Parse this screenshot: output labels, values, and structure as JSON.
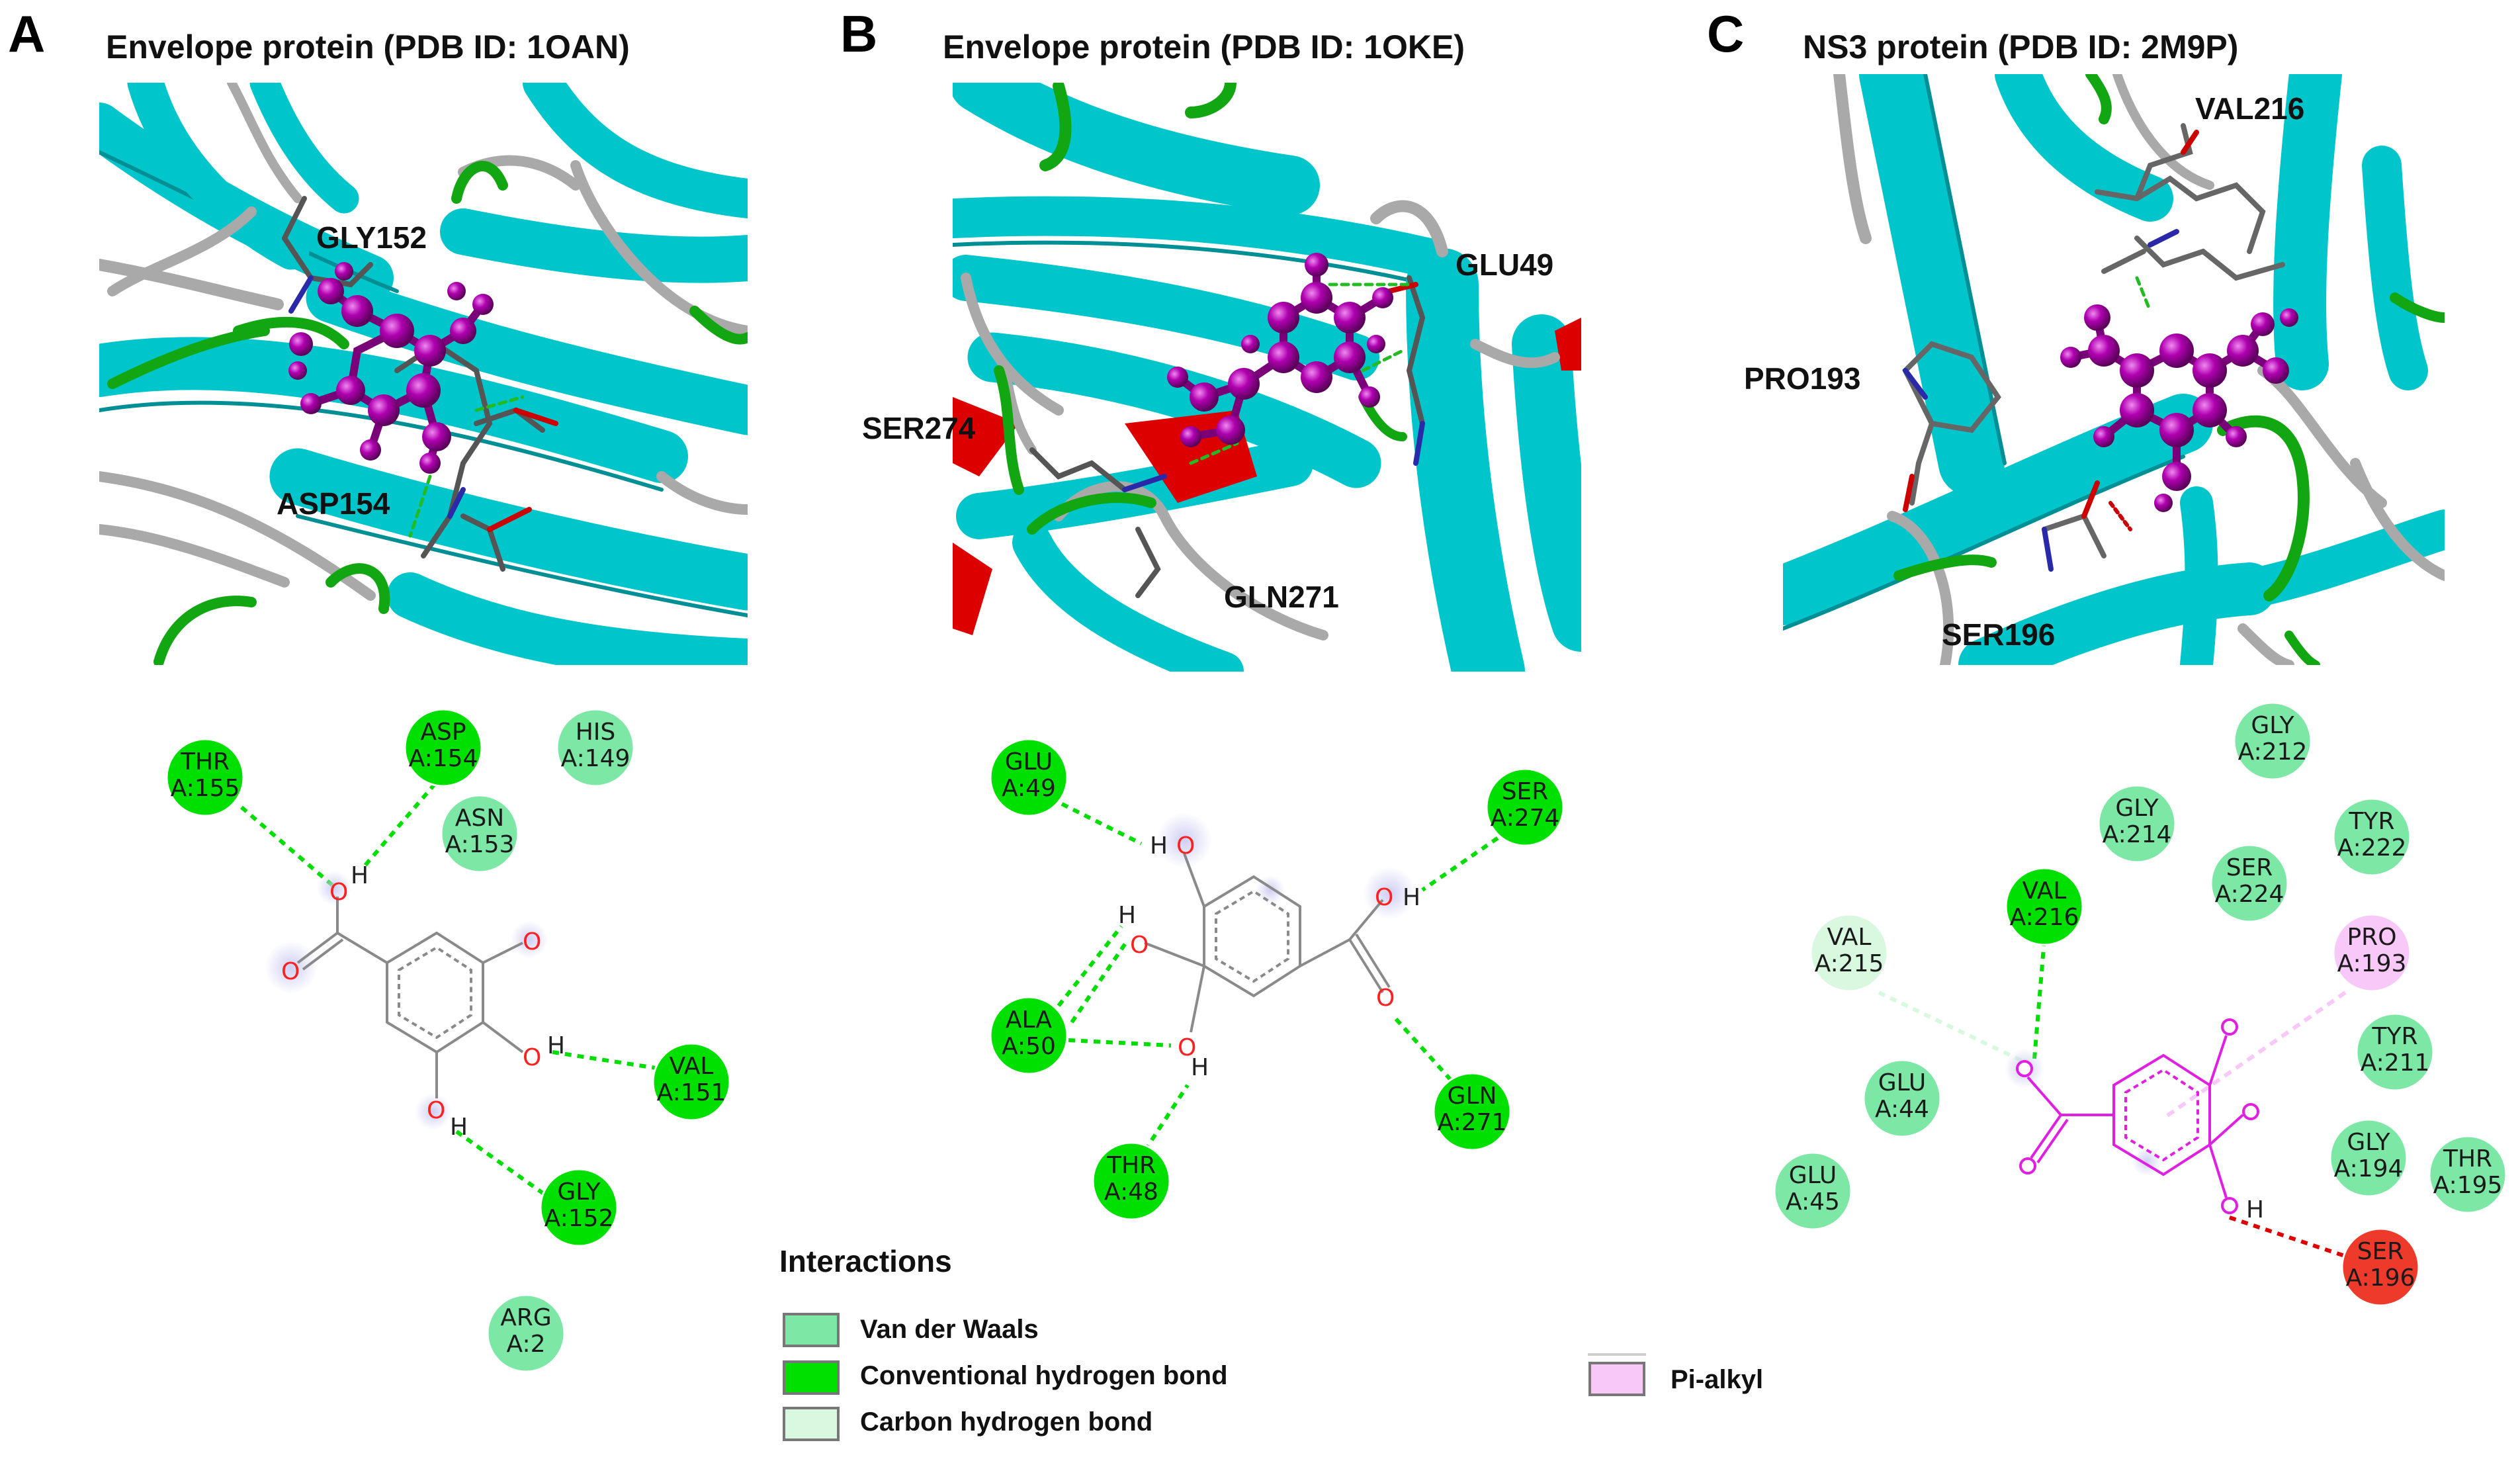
{
  "colors": {
    "van_der_waals": "#7de8a6",
    "conventional_hbond": "#00e000",
    "carbon_hbond": "#d8f8e0",
    "pi_alkyl": "#f8c8f8",
    "unfavorable": "#ee3a2a",
    "ribbon_cyan": "#00c6cc",
    "ribbon_green": "#12a612",
    "ribbon_gray": "#a9a9a9",
    "ribbon_red": "#dd0000",
    "ligand_magenta": "#b000b0"
  },
  "panels": [
    {
      "letter": "A",
      "title": "Envelope protein (PDB ID: 1OAN)",
      "labels_3d": [
        "GLY152",
        "ASP154"
      ],
      "residues": [
        {
          "id": "a-thr155",
          "name": "THR",
          "num": "A:155",
          "type": "conventional_hbond"
        },
        {
          "id": "a-asp154",
          "name": "ASP",
          "num": "A:154",
          "type": "conventional_hbond"
        },
        {
          "id": "a-his149",
          "name": "HIS",
          "num": "A:149",
          "type": "van_der_waals"
        },
        {
          "id": "a-asn153",
          "name": "ASN",
          "num": "A:153",
          "type": "van_der_waals"
        },
        {
          "id": "a-val151",
          "name": "VAL",
          "num": "A:151",
          "type": "conventional_hbond"
        },
        {
          "id": "a-gly152",
          "name": "GLY",
          "num": "A:152",
          "type": "conventional_hbond"
        },
        {
          "id": "a-arg2",
          "name": "ARG",
          "num": "A:2",
          "type": "van_der_waals"
        }
      ]
    },
    {
      "letter": "B",
      "title": "Envelope protein (PDB ID: 1OKE)",
      "labels_3d": [
        "GLU49",
        "SER274",
        "GLN271"
      ],
      "residues": [
        {
          "id": "b-glu49",
          "name": "GLU",
          "num": "A:49",
          "type": "conventional_hbond"
        },
        {
          "id": "b-ser274",
          "name": "SER",
          "num": "A:274",
          "type": "conventional_hbond"
        },
        {
          "id": "b-ala50",
          "name": "ALA",
          "num": "A:50",
          "type": "conventional_hbond"
        },
        {
          "id": "b-gln271",
          "name": "GLN",
          "num": "A:271",
          "type": "conventional_hbond"
        },
        {
          "id": "b-thr48",
          "name": "THR",
          "num": "A:48",
          "type": "conventional_hbond"
        }
      ]
    },
    {
      "letter": "C",
      "title": "NS3 protein (PDB ID: 2M9P)",
      "labels_3d": [
        "VAL216",
        "PRO193",
        "SER196"
      ],
      "residues": [
        {
          "id": "c-gly212",
          "name": "GLY",
          "num": "A:212",
          "type": "van_der_waals"
        },
        {
          "id": "c-gly214",
          "name": "GLY",
          "num": "A:214",
          "type": "van_der_waals"
        },
        {
          "id": "c-tyr222",
          "name": "TYR",
          "num": "A:222",
          "type": "van_der_waals"
        },
        {
          "id": "c-val216",
          "name": "VAL",
          "num": "A:216",
          "type": "conventional_hbond"
        },
        {
          "id": "c-ser224",
          "name": "SER",
          "num": "A:224",
          "type": "van_der_waals"
        },
        {
          "id": "c-val215",
          "name": "VAL",
          "num": "A:215",
          "type": "carbon_hbond"
        },
        {
          "id": "c-pro193",
          "name": "PRO",
          "num": "A:193",
          "type": "pi_alkyl"
        },
        {
          "id": "c-tyr211",
          "name": "TYR",
          "num": "A:211",
          "type": "van_der_waals"
        },
        {
          "id": "c-glu44",
          "name": "GLU",
          "num": "A:44",
          "type": "van_der_waals"
        },
        {
          "id": "c-gly194",
          "name": "GLY",
          "num": "A:194",
          "type": "van_der_waals"
        },
        {
          "id": "c-thr195",
          "name": "THR",
          "num": "A:195",
          "type": "van_der_waals"
        },
        {
          "id": "c-glu45",
          "name": "GLU",
          "num": "A:45",
          "type": "van_der_waals"
        },
        {
          "id": "c-ser196",
          "name": "SER",
          "num": "A:196",
          "type": "unfavorable"
        }
      ]
    }
  ],
  "atom_labels": {
    "oxygen": "O",
    "hydrogen": "H"
  },
  "legend": {
    "title": "Interactions",
    "items": [
      {
        "label": "Van der Waals",
        "type": "van_der_waals"
      },
      {
        "label": "Conventional hydrogen bond",
        "type": "conventional_hbond"
      },
      {
        "label": "Carbon hydrogen bond",
        "type": "carbon_hbond"
      },
      {
        "label": "Pi-alkyl",
        "type": "pi_alkyl"
      }
    ]
  }
}
